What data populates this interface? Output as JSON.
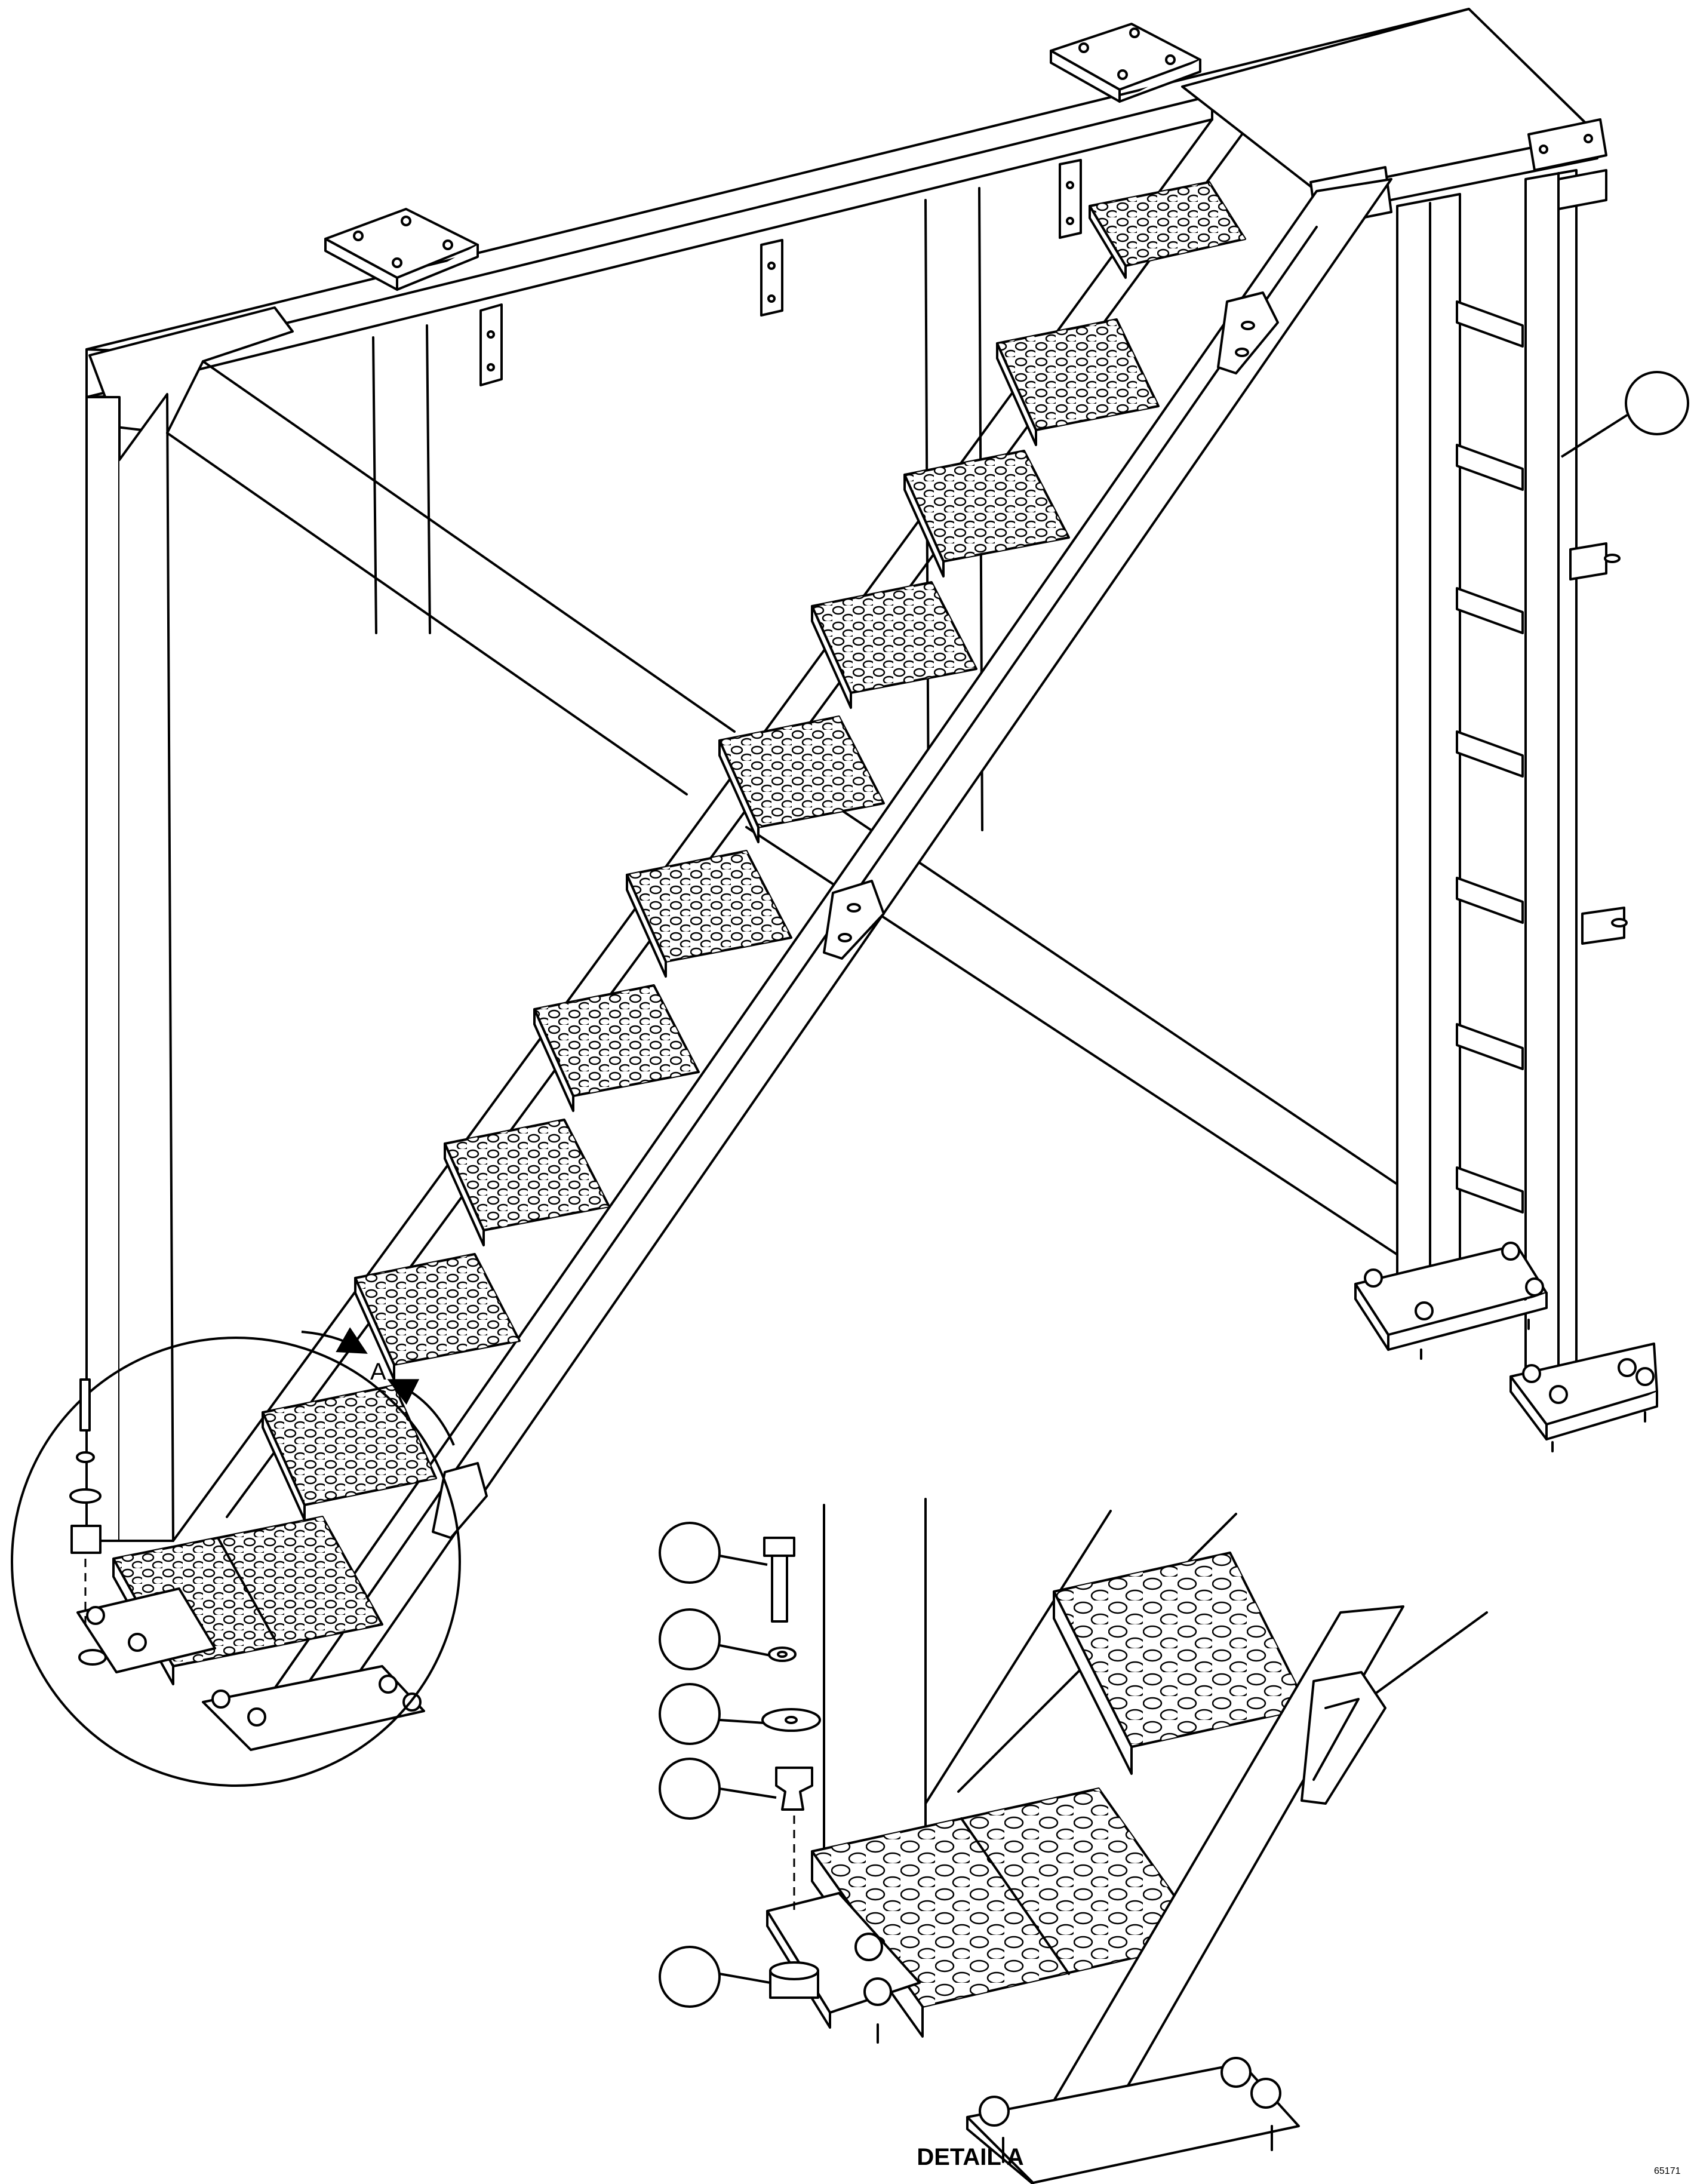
{
  "figure": {
    "detail_view_letter": "A",
    "detail_title": "DETAIL A",
    "figure_code": "65171"
  },
  "callouts": {
    "main_view": [
      ""
    ],
    "detail_view": [
      "",
      "",
      "",
      "",
      ""
    ]
  }
}
